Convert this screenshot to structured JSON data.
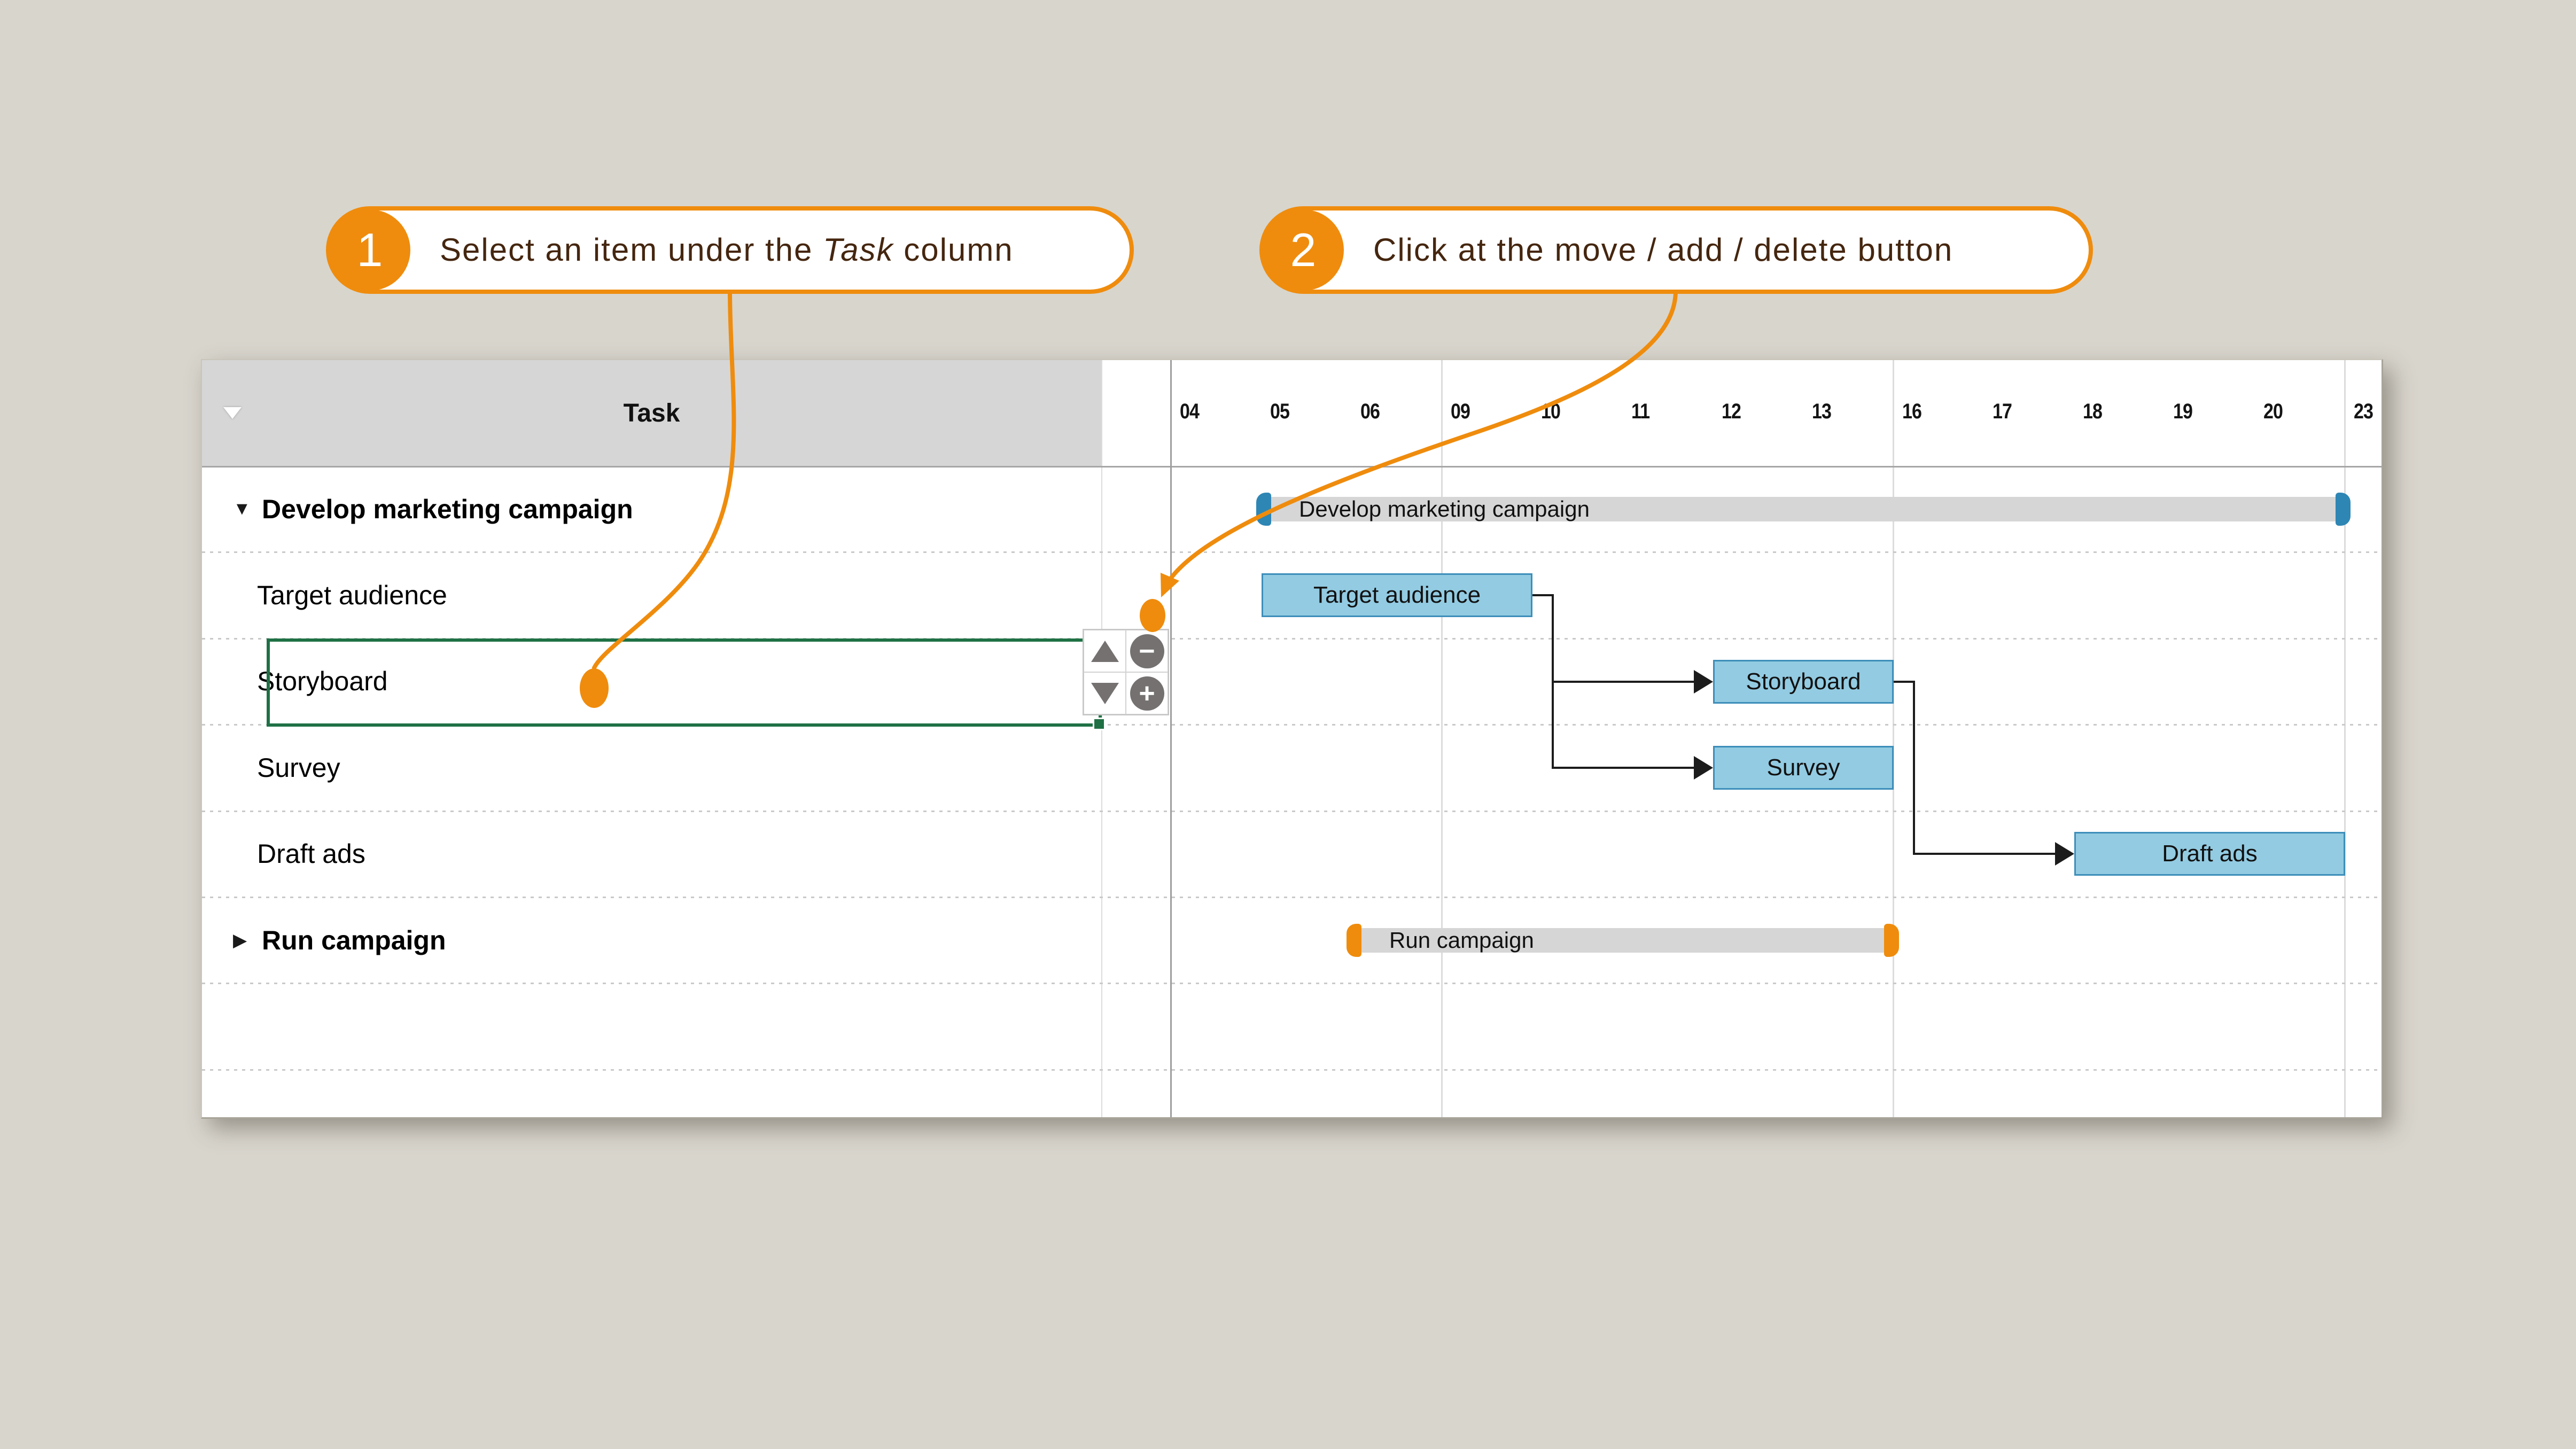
{
  "callouts": [
    {
      "number": "1",
      "text_pre": "Select an item under the ",
      "text_italic": "Task",
      "text_post": " column"
    },
    {
      "number": "2",
      "text_pre": "Click at the move / add / delete button",
      "text_italic": "",
      "text_post": ""
    }
  ],
  "table": {
    "task_column_header": "Task",
    "tasks": [
      {
        "name": "Develop marketing campaign",
        "level": 0,
        "expander": "collapse",
        "selected": false
      },
      {
        "name": "Target audience",
        "level": 1,
        "expander": "",
        "selected": false
      },
      {
        "name": "Storyboard",
        "level": 1,
        "expander": "",
        "selected": true
      },
      {
        "name": "Survey",
        "level": 1,
        "expander": "",
        "selected": false
      },
      {
        "name": "Draft ads",
        "level": 1,
        "expander": "",
        "selected": false
      },
      {
        "name": "Run campaign",
        "level": 0,
        "expander": "expand",
        "selected": false
      }
    ]
  },
  "toolbar": {
    "buttons": [
      {
        "id": "move-up",
        "glyph": "triangle-up"
      },
      {
        "id": "delete",
        "glyph": "−"
      },
      {
        "id": "move-down",
        "glyph": "triangle-down"
      },
      {
        "id": "add",
        "glyph": "+"
      }
    ]
  },
  "chart_data": {
    "type": "gantt",
    "days": [
      "04",
      "05",
      "06",
      "09",
      "10",
      "11",
      "12",
      "13",
      "16",
      "17",
      "18",
      "19",
      "20",
      "23"
    ],
    "week_boundaries": [
      "09",
      "16",
      "23"
    ],
    "bars": [
      {
        "label": "Develop marketing campaign",
        "row": 0,
        "kind": "summary",
        "start_day": "05",
        "end_day": "20",
        "cap_color": "#2E86B4"
      },
      {
        "label": "Target audience",
        "row": 1,
        "kind": "task",
        "start_day": "05",
        "end_day": "09"
      },
      {
        "label": "Storyboard",
        "row": 2,
        "kind": "task",
        "start_day": "12",
        "end_day": "13"
      },
      {
        "label": "Survey",
        "row": 3,
        "kind": "task",
        "start_day": "12",
        "end_day": "13"
      },
      {
        "label": "Draft ads",
        "row": 4,
        "kind": "task",
        "start_day": "18",
        "end_day": "20"
      },
      {
        "label": "Run campaign",
        "row": 5,
        "kind": "summary",
        "start_day": "06",
        "end_day": "13",
        "cap_color": "#EF8C0D"
      }
    ],
    "links": [
      {
        "from": "Target audience",
        "to": "Storyboard"
      },
      {
        "from": "Target audience",
        "to": "Survey"
      },
      {
        "from": "Storyboard",
        "to": "Draft ads"
      }
    ]
  },
  "colors": {
    "accent_orange": "#EF8C0D",
    "callout_text_brown": "#45260F",
    "selection_green": "#1F7145",
    "task_bar_fill": "#92CBE2",
    "task_bar_border": "#3D8EB9",
    "summary_bar_fill": "#D6D6D6",
    "summary_cap_blue": "#2E86B4",
    "summary_cap_orange": "#EF8C0D",
    "header_gray": "#D6D6D6",
    "button_gray": "#757171",
    "background": "#D8D5CD"
  }
}
